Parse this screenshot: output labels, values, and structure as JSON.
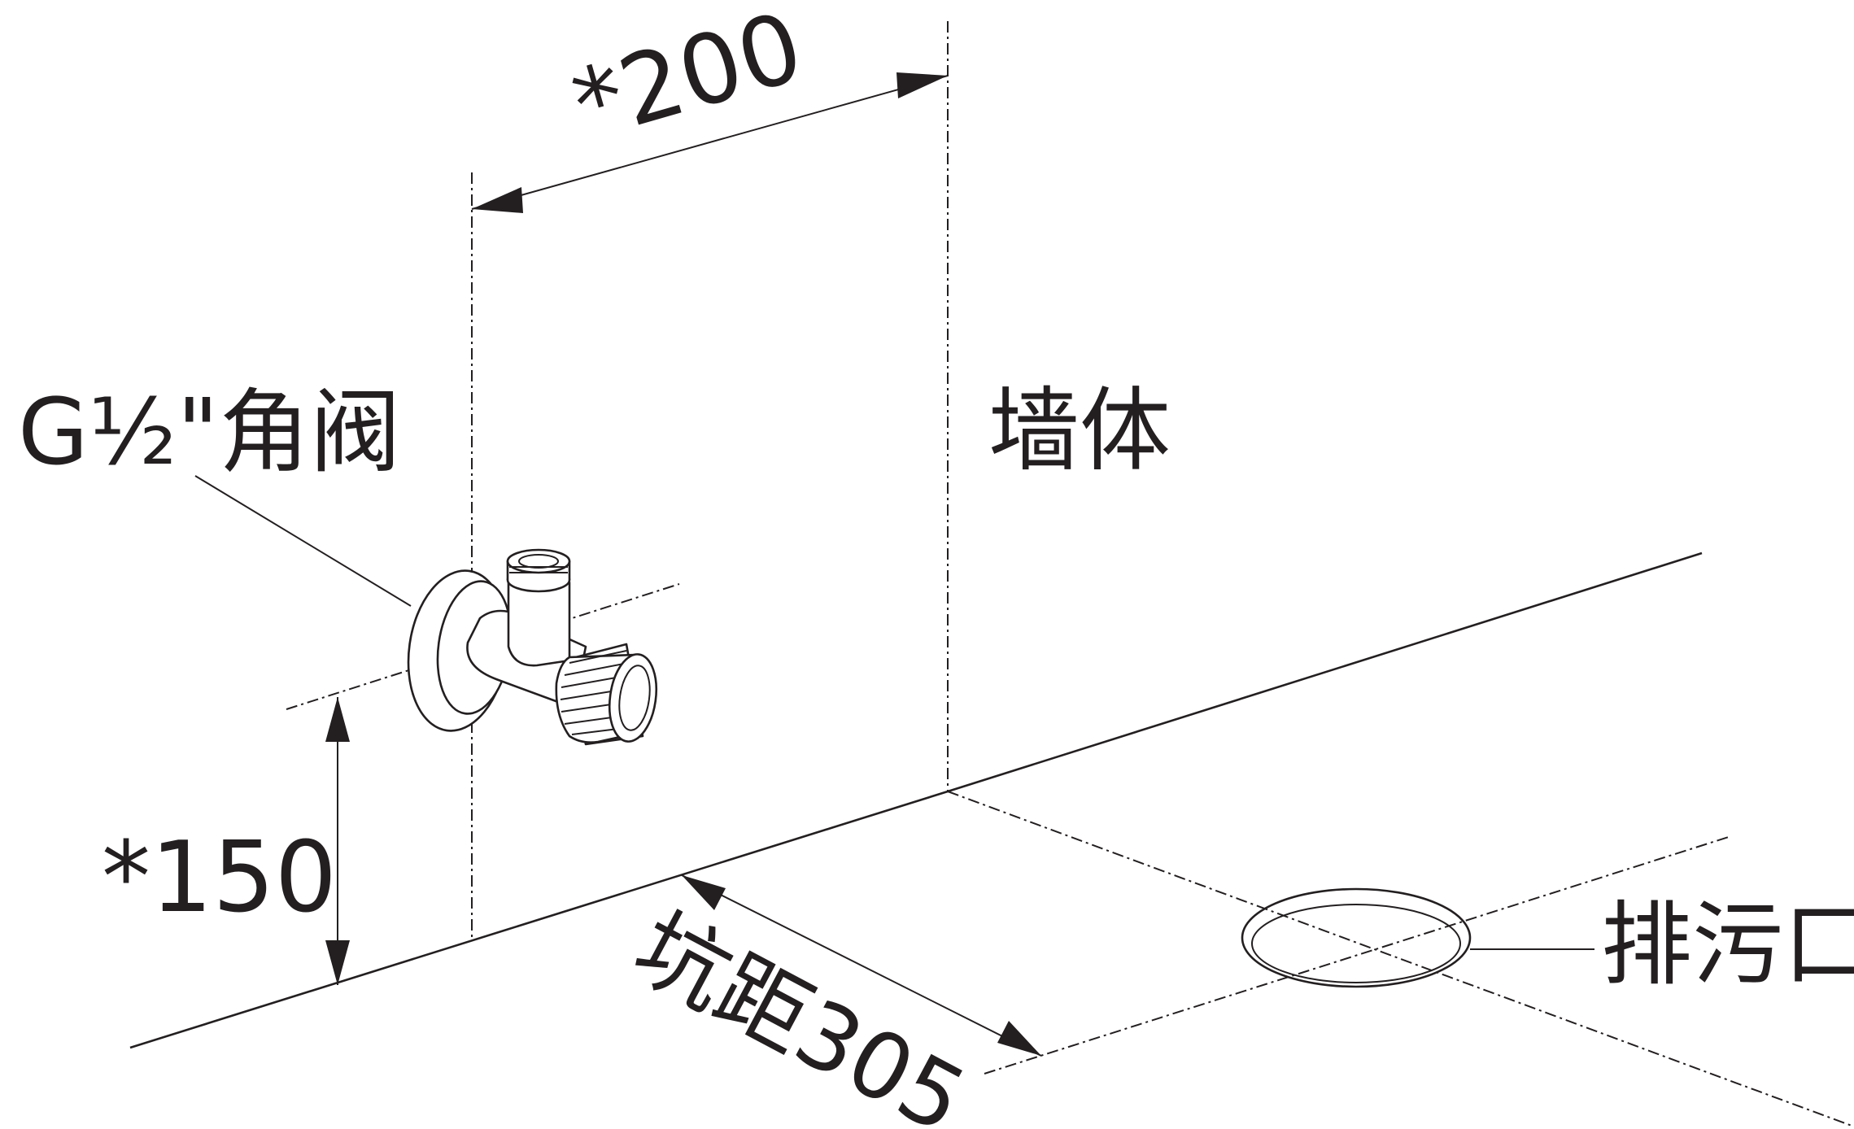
{
  "labels": {
    "valve": "G½\"角阀",
    "wall": "墙体",
    "drain": "排污口",
    "dim_width": "*200",
    "dim_height": "*150",
    "dim_rough_in": "坑距305"
  },
  "colors": {
    "ink": "#231f20",
    "background": "#ffffff"
  }
}
